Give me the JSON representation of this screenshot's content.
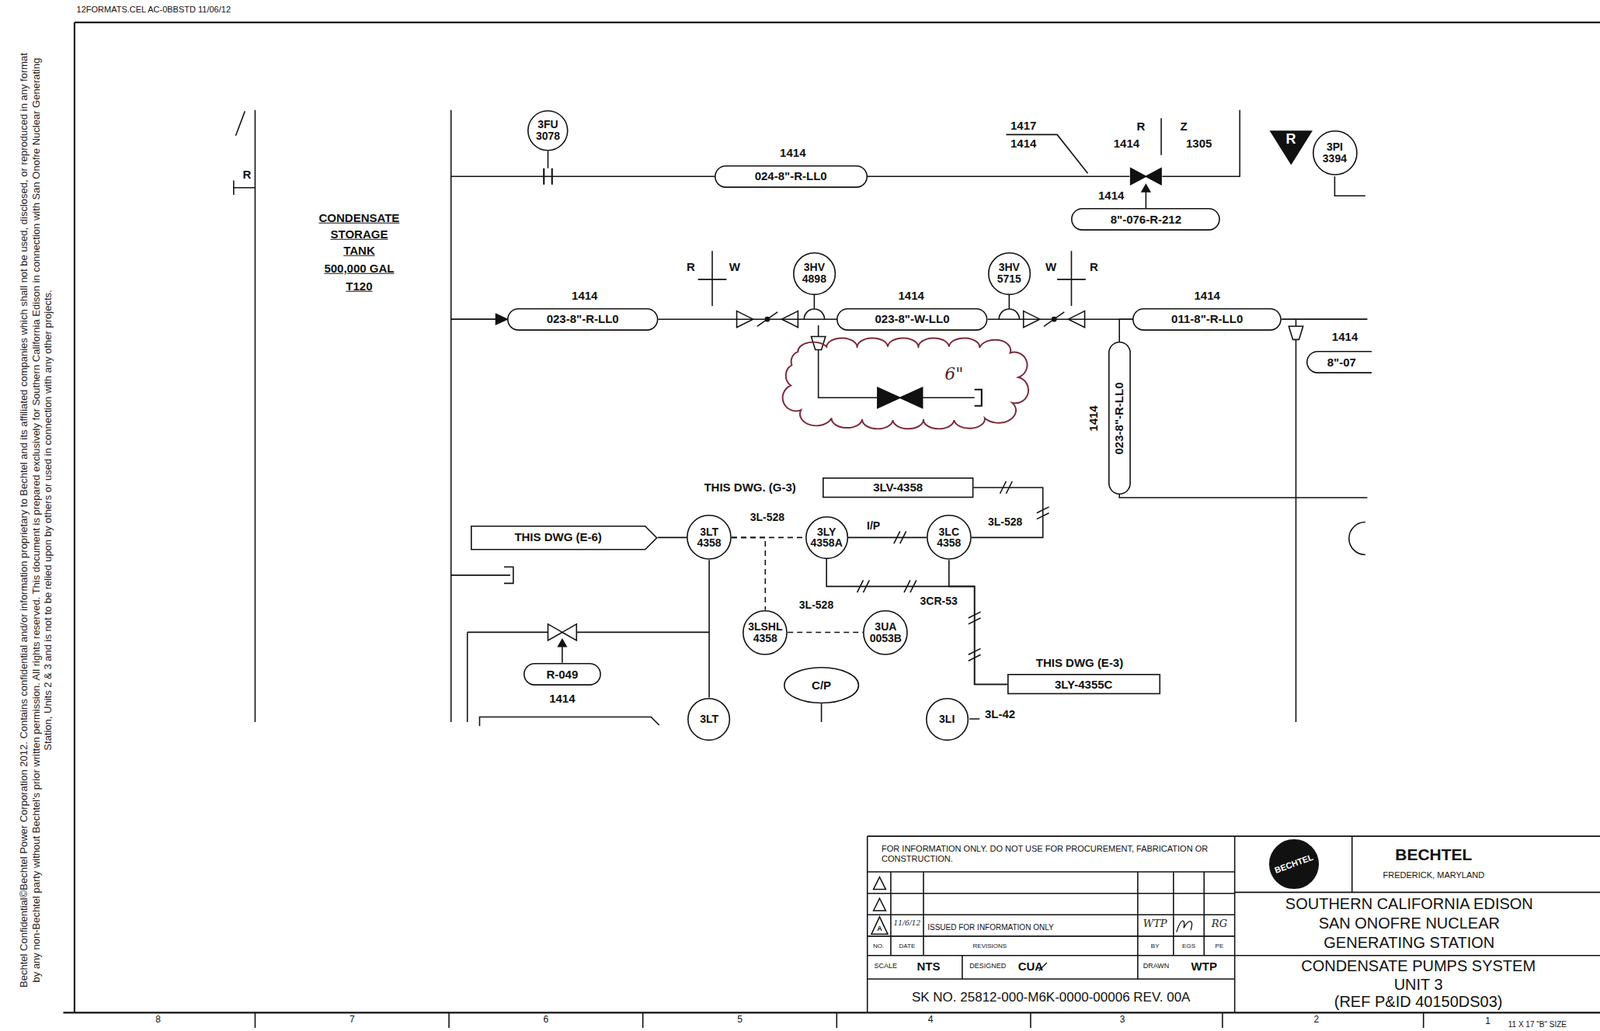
{
  "diagram": {
    "nodes": [
      {
        "text": [
          "3FU",
          "3078"
        ]
      },
      {
        "text": [
          "024-8\"-R-LL0"
        ]
      },
      {
        "text": [
          "8\"-076-R-212"
        ]
      },
      {
        "text": [
          "R"
        ]
      },
      {
        "text": [
          "3PI",
          "3394"
        ]
      },
      {
        "text": [
          "023-8\"-R-LL0"
        ]
      },
      {
        "text": [
          "3HV",
          "4898"
        ]
      },
      {
        "text": [
          "023-8\"-W-LL0"
        ]
      },
      {
        "text": [
          "3HV",
          "5715"
        ]
      },
      {
        "text": [
          "011-8\"-R-LL0"
        ]
      },
      {
        "text": [
          "023-8\"-R-LL0"
        ]
      },
      {
        "text": [
          "8\"-07"
        ]
      },
      {
        "text": [
          "3LV-4358"
        ]
      },
      {
        "text": [
          "THIS DWG (E-6)"
        ]
      },
      {
        "text": [
          "3LT",
          "4358"
        ]
      },
      {
        "text": [
          "3LY",
          "4358A"
        ]
      },
      {
        "text": [
          "3LC",
          "4358"
        ]
      },
      {
        "text": [
          "3LSHL",
          "4358"
        ]
      },
      {
        "text": [
          "3UA",
          "0053B"
        ]
      },
      {
        "text": [
          "R-049"
        ]
      },
      {
        "text": [
          "C/P"
        ]
      },
      {
        "text": [
          "3LY-4355C"
        ]
      },
      {
        "text": [
          "3LT"
        ]
      },
      {
        "text": [
          "3LI"
        ]
      },
      {
        "text": [
          "BECHTEL"
        ]
      }
    ],
    "edges": [
      {
        "from": 13,
        "to": 14,
        "arrow": "none"
      },
      {
        "from": 14,
        "to": 15,
        "label": "3L-528",
        "arrow": "none"
      },
      {
        "from": 15,
        "to": 16,
        "label": "I/P",
        "arrow": "none"
      },
      {
        "from": 16,
        "to": 12,
        "label": "3L-528",
        "arrow": "none"
      },
      {
        "from": 14,
        "to": 17,
        "arrow": "none"
      },
      {
        "from": 17,
        "to": 18,
        "label": "3L-528",
        "arrow": "none"
      },
      {
        "from": 16,
        "to": 21,
        "label": "3CR-53",
        "arrow": "none"
      },
      {
        "from": 15,
        "to": 21,
        "arrow": "none"
      },
      {
        "from": 14,
        "to": 22,
        "arrow": "none"
      },
      {
        "from": 5,
        "to": 7,
        "arrow": "none"
      },
      {
        "from": 7,
        "to": 9,
        "arrow": "none"
      },
      {
        "from": 10,
        "to": 9,
        "arrow": "none"
      }
    ],
    "labels": [
      "12FORMATS.CEL AC-0BBSTD 11/06/12",
      "Bechtel Confidential©Bechtel Power Corporation 2012. Contains confidential and/or information proprietary to Bechtel and its affiliated companies which shall not be used, disclosed, or reproduced in any format by any non-Bechtel party without Bechtel's prior written permission. All rights reserved. This document is prepared exclusively for Southern California Edison in connection with San Onofre Nuclear Generating Station, Units 2 & 3 and is not to be relied upon by others or used in connection with any other projects.",
      "R",
      "1414",
      "1417",
      "1414",
      "R",
      "Z",
      "1414",
      "1305",
      "1414",
      "CONDENSATE",
      "STORAGE",
      "TANK",
      "500,000 GAL",
      "T120",
      "R",
      "W",
      "1414",
      "1414",
      "W",
      "R",
      "1414",
      "6\"",
      "1414",
      "1414",
      "THIS DWG. (G-3)",
      "THIS DWG (E-3)",
      "1414",
      "3L-42",
      "8",
      "7",
      "6",
      "5",
      "4",
      "3",
      "2",
      "1",
      "11 X 17 \"B\" SIZE",
      "FOR INFORMATION ONLY. DO NOT USE FOR PROCUREMENT, FABRICATION OR CONSTRUCTION.",
      "A",
      "11/6/12",
      "ISSUED FOR INFORMATION ONLY",
      "WTP",
      "RG",
      "NO.",
      "DATE",
      "REVISIONS",
      "BY",
      "EGS",
      "PE",
      "SCALE",
      "NTS",
      "DESIGNED",
      "CUA",
      "DRAWN",
      "WTP",
      "SK NO. 25812-000-M6K-0000-00006 REV. 00A",
      "BECHTEL",
      "FREDERICK, MARYLAND",
      "SOUTHERN CALIFORNIA EDISON",
      "SAN ONOFRE NUCLEAR",
      "GENERATING STATION",
      "CONDENSATE PUMPS SYSTEM",
      "UNIT 3",
      "(REF P&ID 40150DS03)"
    ]
  }
}
